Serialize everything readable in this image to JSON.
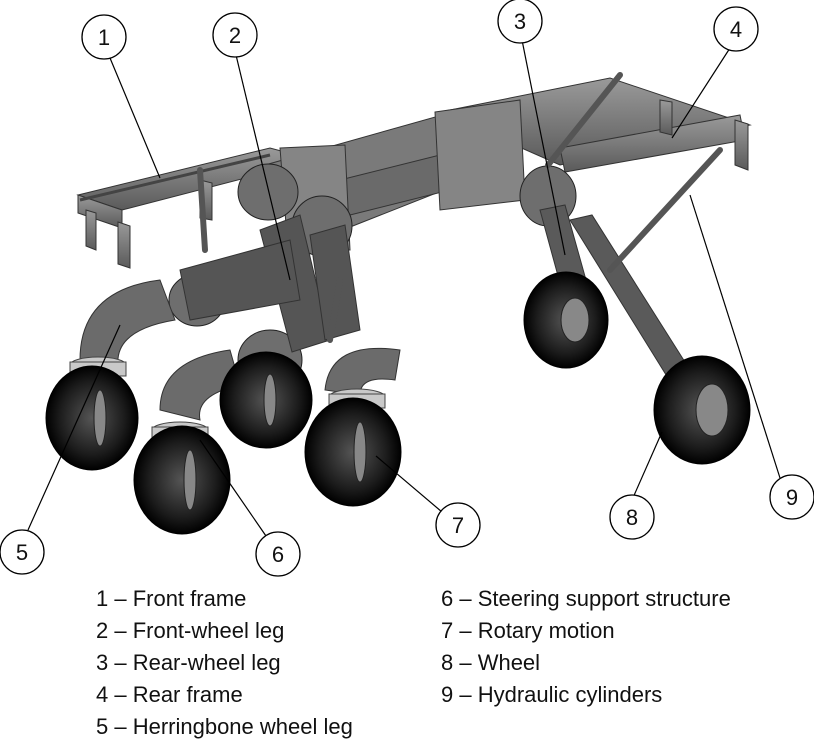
{
  "callouts": [
    "1",
    "2",
    "3",
    "4",
    "5",
    "6",
    "7",
    "8",
    "9"
  ],
  "legend": [
    "1 – Front frame",
    "2 – Front-wheel leg",
    "3 – Rear-wheel leg",
    "4 – Rear frame",
    "5 – Herringbone wheel leg",
    "6 – Steering support structure",
    "7 – Rotary motion",
    "8 – Wheel",
    "9 – Hydraulic cylinders"
  ]
}
